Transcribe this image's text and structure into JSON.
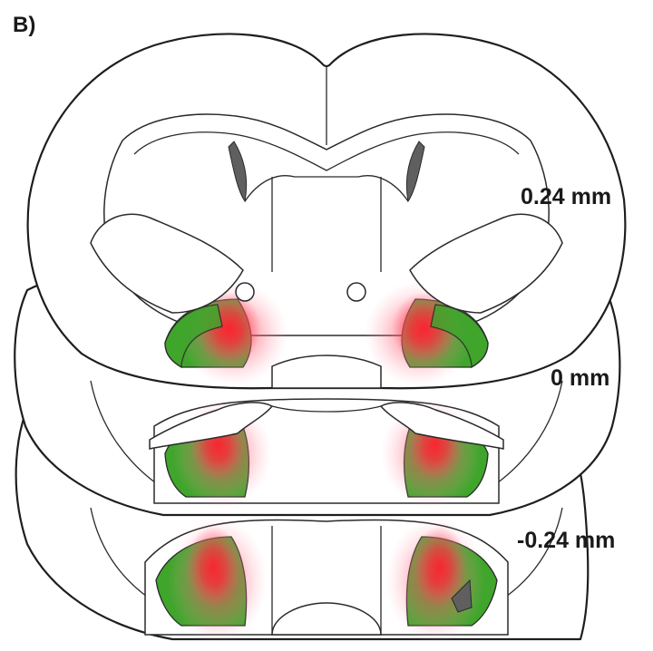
{
  "panel_label": "B)",
  "levels": [
    {
      "label": "0.24 mm"
    },
    {
      "label": "0 mm"
    },
    {
      "label": "-0.24 mm"
    }
  ],
  "colors": {
    "structure_fill": "#3fa52b",
    "lesion_overlay": "#ff1f2f",
    "ventricle": "#5f5f5f",
    "outline": "#1e1e1e"
  }
}
